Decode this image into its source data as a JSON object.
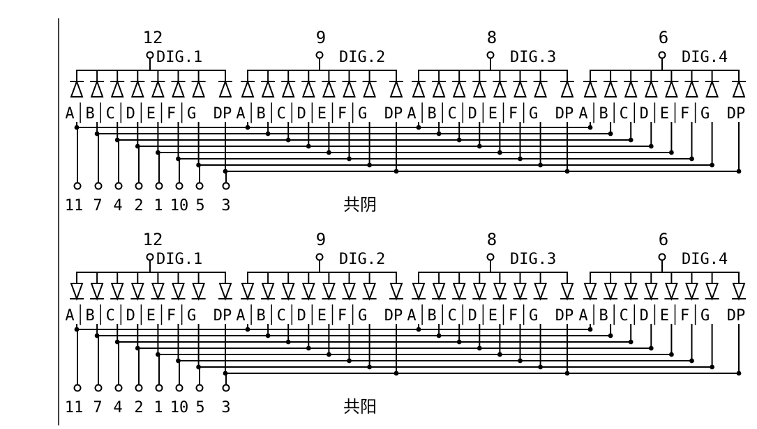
{
  "segments": [
    "A",
    "B",
    "C",
    "D",
    "E",
    "F",
    "G",
    "DP"
  ],
  "digits": [
    {
      "label": "DIG.1",
      "pin": "12"
    },
    {
      "label": "DIG.2",
      "pin": "9"
    },
    {
      "label": "DIG.3",
      "pin": "8"
    },
    {
      "label": "DIG.4",
      "pin": "6"
    }
  ],
  "segment_pins": [
    "11",
    "7",
    "4",
    "2",
    "1",
    "10",
    "5",
    "3"
  ],
  "diagrams": [
    {
      "caption": "共阴",
      "diode_direction": "up"
    },
    {
      "caption": "共阳",
      "diode_direction": "down"
    }
  ],
  "colors": {
    "line": "#000000",
    "background": "#ffffff"
  }
}
